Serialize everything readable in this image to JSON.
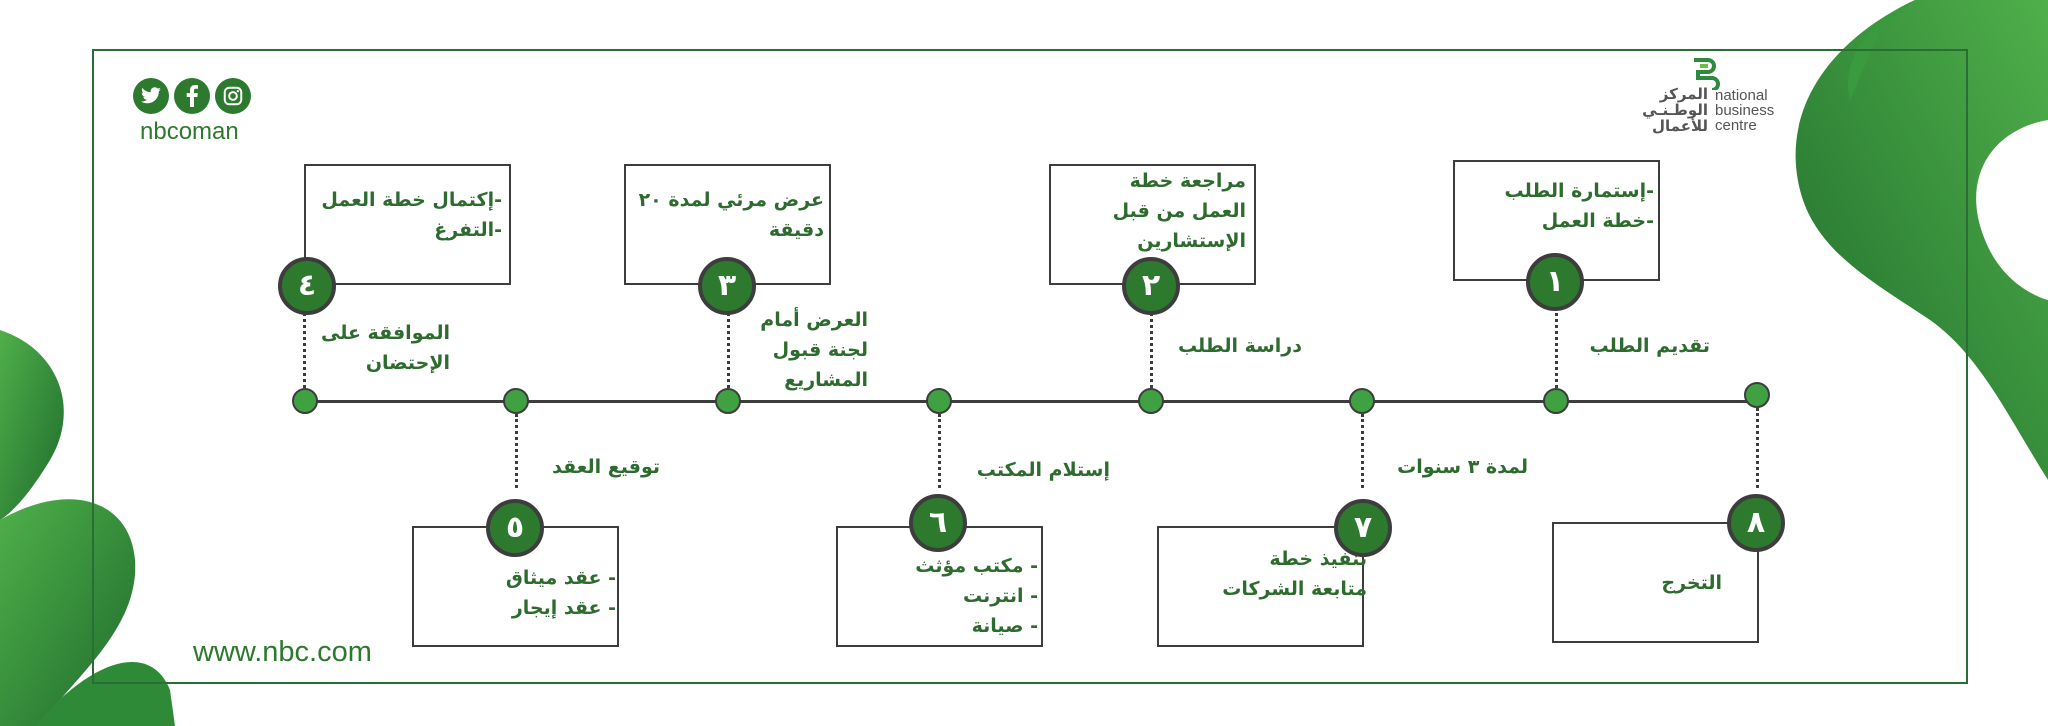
{
  "colors": {
    "primary": "#2d7a2f",
    "light": "#3fa142",
    "dark_line": "#3d3d3d",
    "text": "#2e6b2e"
  },
  "logo": {
    "arabic": [
      "المركز",
      "الوطـنـي",
      "للأعمال"
    ],
    "english": [
      "national",
      "business",
      "centre"
    ]
  },
  "social": {
    "handle": "nbcoman",
    "icons": [
      "instagram-icon",
      "facebook-icon",
      "twitter-icon"
    ]
  },
  "website": "www.nbc.com",
  "steps": [
    {
      "num": "١",
      "label": "تقديم الطلب",
      "box": [
        "-إستمارة الطلب",
        "-خطة العمل"
      ]
    },
    {
      "num": "٢",
      "label": "دراسة الطلب",
      "box": [
        "مراجعة خطة",
        "العمل من قبل",
        "الإستشارين"
      ]
    },
    {
      "num": "٣",
      "label": [
        "العرض أمام",
        "لجنة قبول",
        "المشاريع"
      ],
      "box": [
        "عرض مرئي لمدة ٢٠",
        "دقيقة"
      ]
    },
    {
      "num": "٤",
      "label": [
        "الموافقة على",
        "الإحتضان"
      ],
      "box": [
        "-إكتمال خطة العمل",
        "-التفرغ"
      ]
    },
    {
      "num": "٥",
      "label": "توقيع العقد",
      "box": [
        "- عقد ميثاق",
        "- عقد إيجار"
      ]
    },
    {
      "num": "٦",
      "label": "إستلام المكتب",
      "box": [
        "- مكتب مؤثث",
        "- انترنت",
        "- صيانة"
      ]
    },
    {
      "num": "٧",
      "label": "لمدة ٣ سنوات",
      "box": [
        "تنفيذ خطة",
        "متابعة الشركات"
      ]
    },
    {
      "num": "٨",
      "label": "",
      "box": [
        "التخرج"
      ]
    }
  ]
}
